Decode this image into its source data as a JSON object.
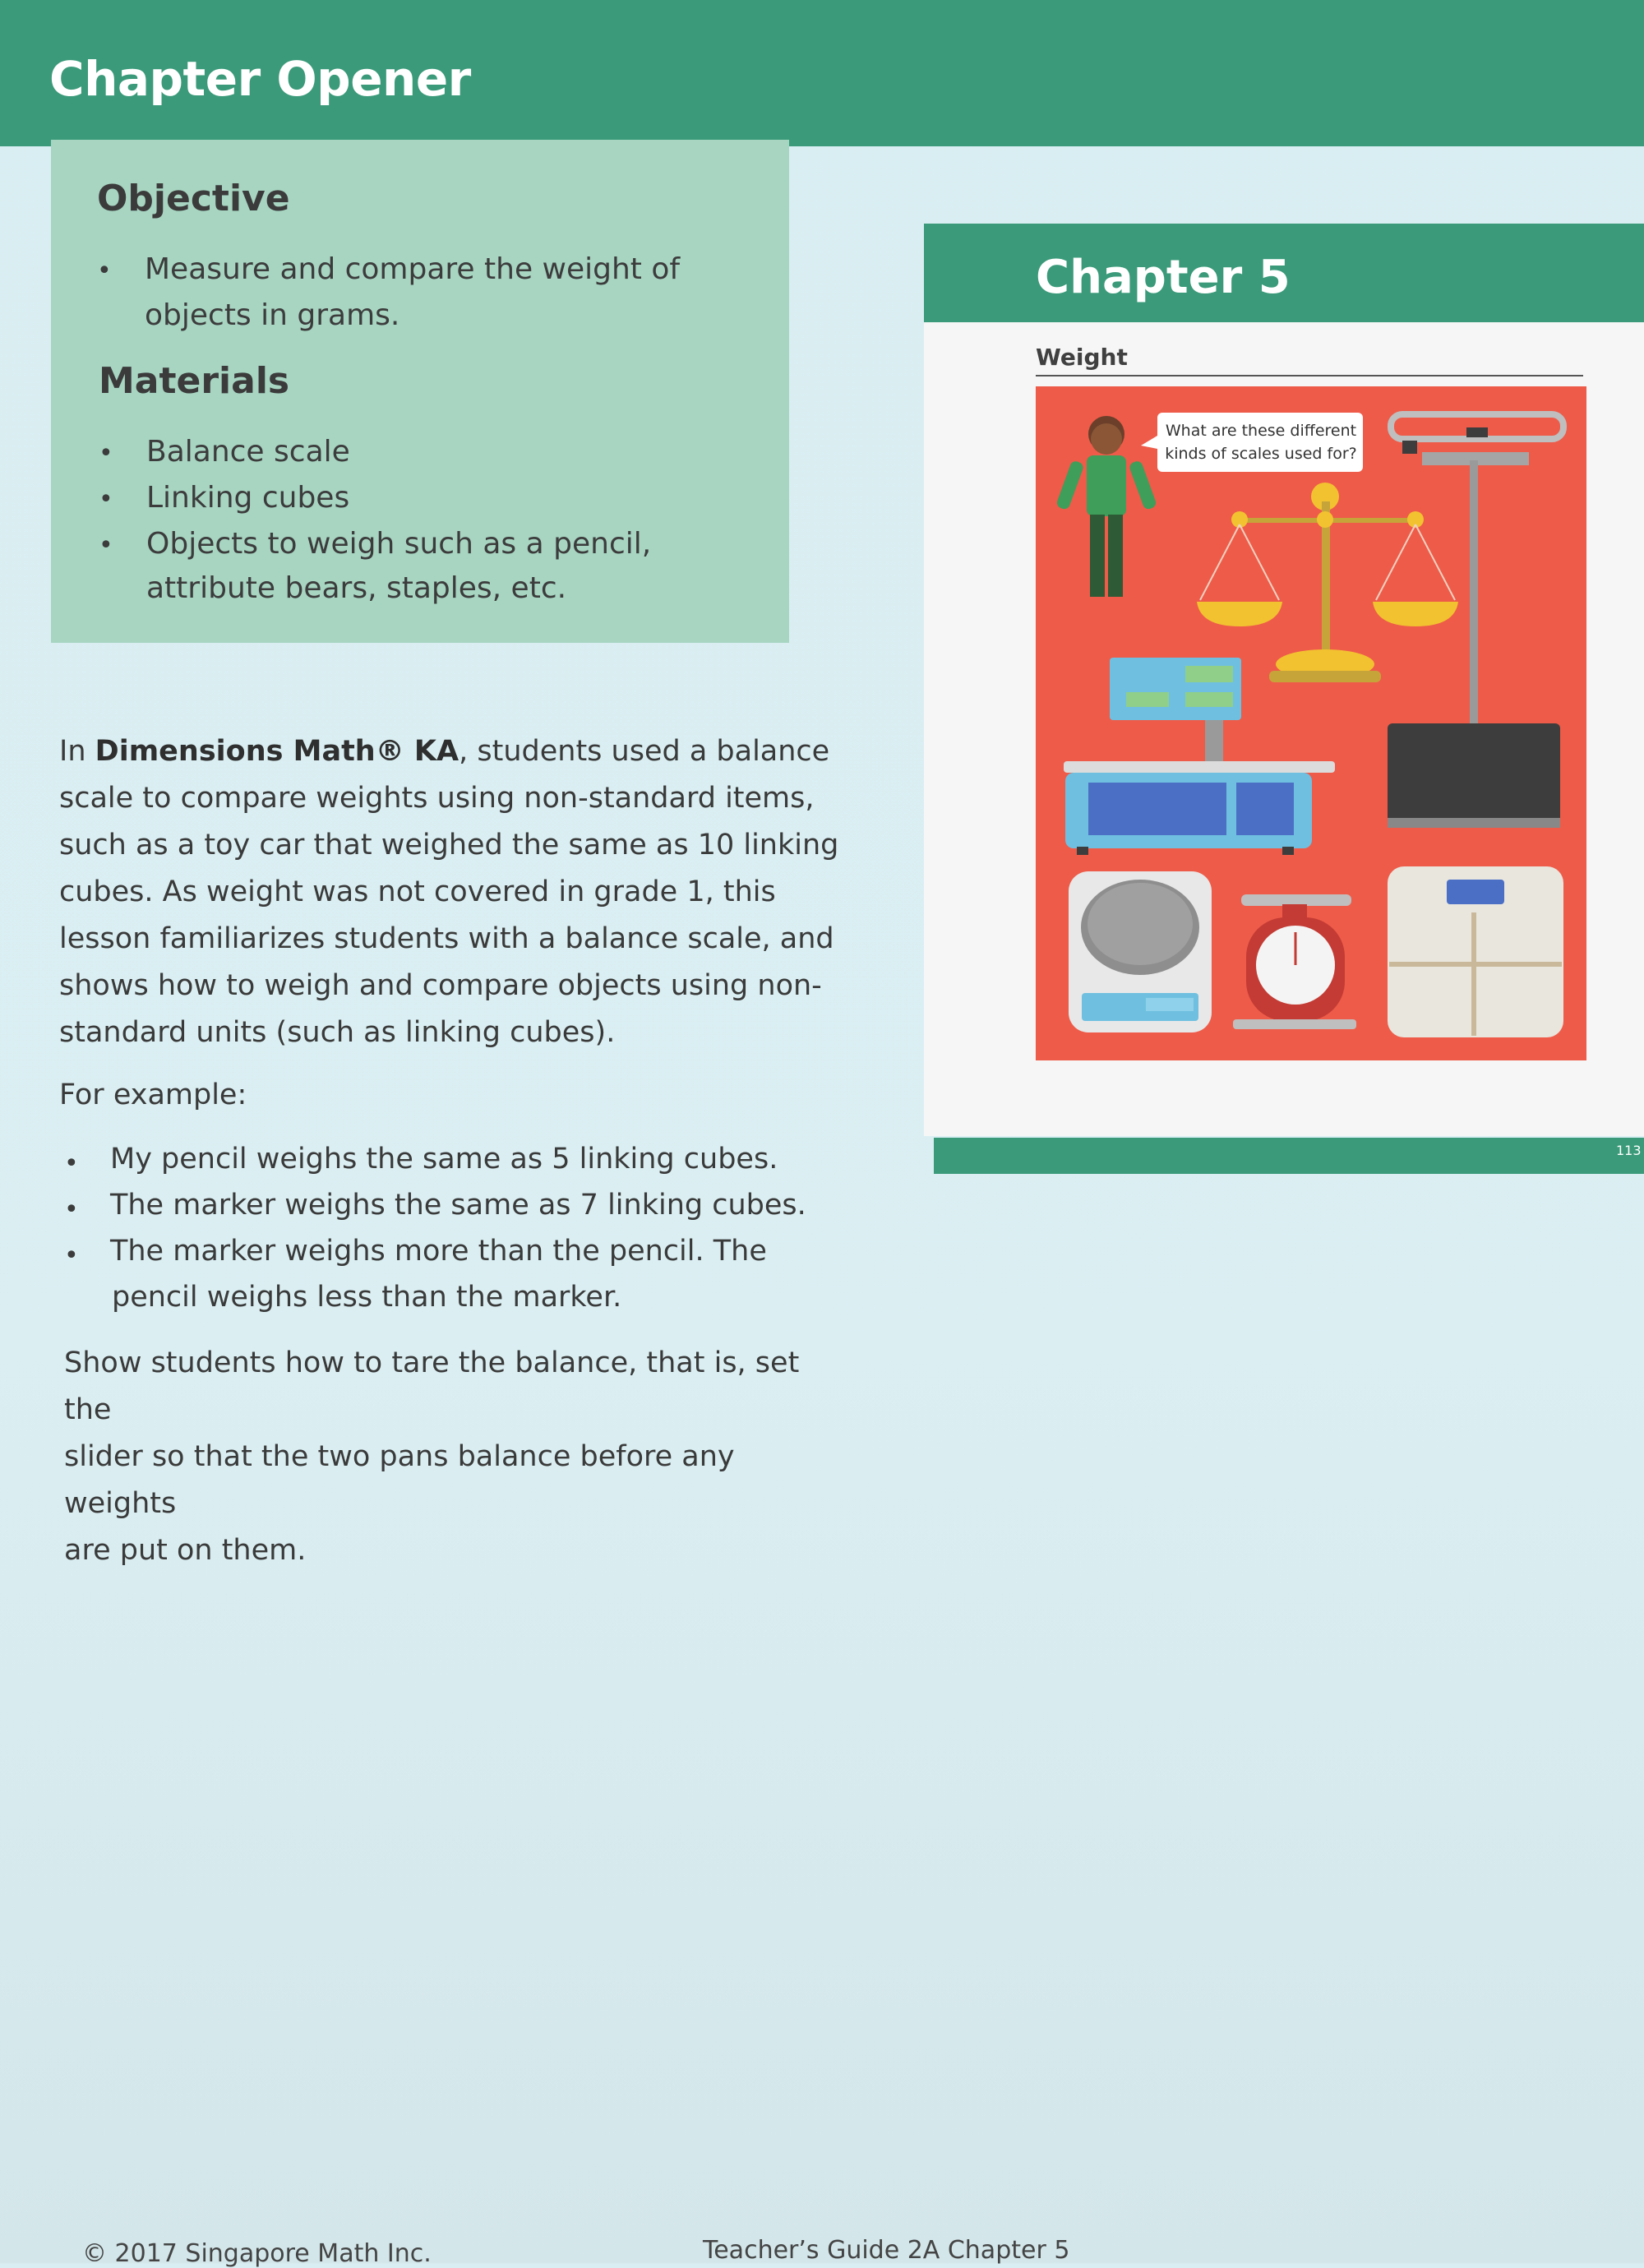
{
  "header": {
    "title": "Chapter Opener"
  },
  "objective": {
    "heading": "Objective",
    "items": [
      "Measure and compare the weight of",
      "objects in grams."
    ]
  },
  "materials": {
    "heading": "Materials",
    "items": [
      "Balance scale",
      "Linking cubes",
      "Objects to weigh such as a pencil,",
      "attribute bears, staples, etc."
    ]
  },
  "body": {
    "intro_lines": [
      [
        "In ",
        "Dimensions Math® KA",
        ", students used a balance"
      ],
      "scale to compare weights using non-standard items,",
      "such as a toy car that weighed the same as 10 linking",
      "cubes. As weight was not covered in grade 1, this",
      "lesson familiarizes students with a balance scale, and",
      "shows how to weigh and compare objects using non-",
      "standard units (such as linking cubes)."
    ],
    "example_label": "For example:",
    "examples": [
      "My pencil weighs the same as 5 linking cubes.",
      "The marker weighs the same as 7 linking cubes.",
      "The marker weighs more than the pencil. The",
      "pencil weighs less than the marker."
    ],
    "tare_lines": [
      "Show students how to tare the balance, that is, set the",
      "slider so that the two pans balance before any weights",
      "are put on them."
    ]
  },
  "thumbnail": {
    "chapter": "Chapter 5",
    "subtitle": "Weight",
    "bubble_line1": "What are these different",
    "bubble_line2": "kinds of scales used for?",
    "page_number": "113",
    "colors": {
      "band": "#3a9a79",
      "illustration_bg": "#ee5b49"
    }
  },
  "footer": {
    "left": "© 2017 Singapore Math Inc.",
    "center": "Teacher’s Guide 2A  Chapter 5"
  }
}
